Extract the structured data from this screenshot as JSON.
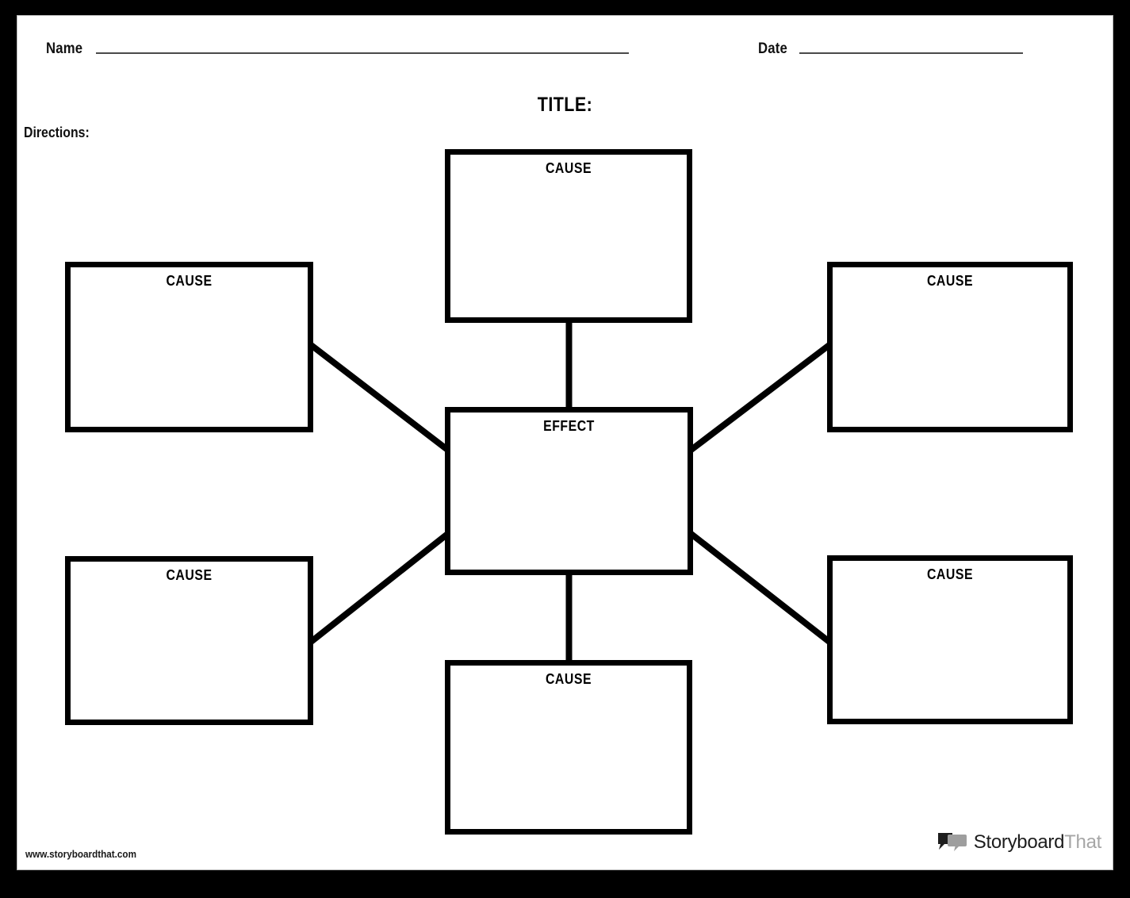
{
  "worksheet": {
    "page_background": "#ffffff",
    "frame_color": "#000000",
    "header": {
      "name_label": "Name",
      "date_label": "Date"
    },
    "title": "TITLE:",
    "directions_label": "Directions:",
    "footer": {
      "url": "www.storyboardthat.com",
      "brand_primary": "Storyboard",
      "brand_secondary": "That",
      "brand_primary_color": "#1d1d1d",
      "brand_secondary_color": "#a6a6a6"
    }
  },
  "diagram": {
    "type": "cause-and-effect-web",
    "stroke_color": "#000000",
    "stroke_width": 7,
    "center": {
      "id": "effect",
      "label": "EFFECT"
    },
    "nodes": [
      {
        "id": "cause-top",
        "label": "CAUSE",
        "position": "top"
      },
      {
        "id": "cause-left-top",
        "label": "CAUSE",
        "position": "upper-left"
      },
      {
        "id": "cause-right-top",
        "label": "CAUSE",
        "position": "upper-right"
      },
      {
        "id": "cause-left-bottom",
        "label": "CAUSE",
        "position": "lower-left"
      },
      {
        "id": "cause-right-bottom",
        "label": "CAUSE",
        "position": "lower-right"
      },
      {
        "id": "cause-bottom",
        "label": "CAUSE",
        "position": "bottom"
      }
    ],
    "connectors": [
      {
        "from": "cause-top",
        "to": "effect",
        "kind": "vertical"
      },
      {
        "from": "cause-bottom",
        "to": "effect",
        "kind": "vertical"
      },
      {
        "from": "cause-left-top",
        "to": "effect",
        "kind": "diagonal"
      },
      {
        "from": "cause-right-top",
        "to": "effect",
        "kind": "diagonal"
      },
      {
        "from": "cause-left-bottom",
        "to": "effect",
        "kind": "diagonal"
      },
      {
        "from": "cause-right-bottom",
        "to": "effect",
        "kind": "diagonal"
      }
    ]
  }
}
